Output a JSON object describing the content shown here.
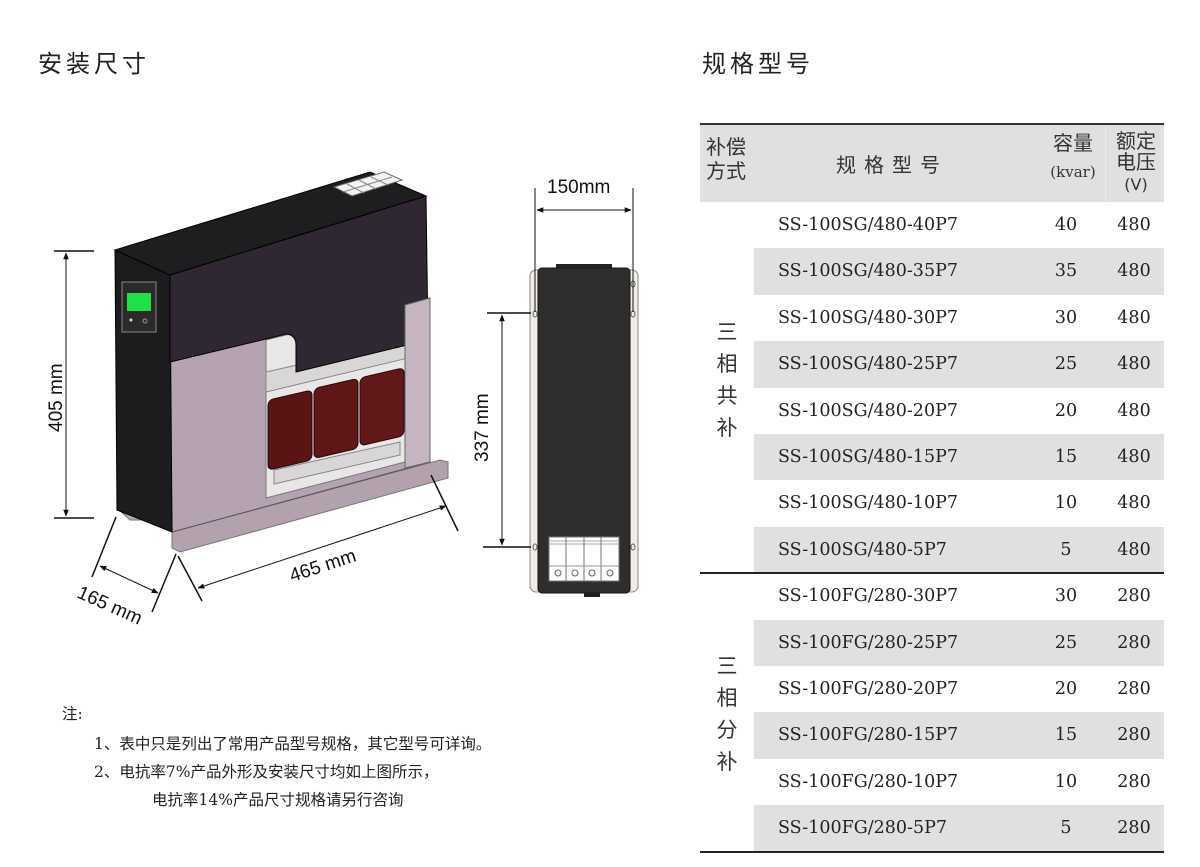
{
  "sections": {
    "install_title": "安装尺寸",
    "spec_title": "规格型号"
  },
  "dimensions": {
    "height_total": "405 mm",
    "depth": "165 mm",
    "width": "465 mm",
    "side_width": "150mm",
    "mount_spacing": "337 mm"
  },
  "drawing_colors": {
    "cabinet": "#1e1c1f",
    "front_panel": "#2f2832",
    "base_panel": "#b7a5b2",
    "lcd": "#22e04a",
    "reactor_coil": "#5a1414",
    "side_view_body": "#2e2e2e"
  },
  "notes": {
    "heading": "注:",
    "items": [
      "1、表中只是列出了常用产品型号规格，其它型号可详询。",
      "2、电抗率7%产品外形及安装尺寸均如上图所示，",
      "电抗率14%产品尺寸规格请另行咨询"
    ]
  },
  "table": {
    "headers": {
      "mode": "补偿\n方式",
      "mode_line1": "补偿",
      "mode_line2": "方式",
      "model": "规格型号",
      "capacity": "容量",
      "capacity_unit": "(kvar)",
      "voltage_line1": "额定",
      "voltage_line2": "电压",
      "voltage_unit": "(V)"
    },
    "groups": [
      {
        "label": [
          "三",
          "相",
          "共",
          "补"
        ],
        "rows": [
          {
            "model": "SS-100SG/480-40P7",
            "capacity": "40",
            "voltage": "480"
          },
          {
            "model": "SS-100SG/480-35P7",
            "capacity": "35",
            "voltage": "480"
          },
          {
            "model": "SS-100SG/480-30P7",
            "capacity": "30",
            "voltage": "480"
          },
          {
            "model": "SS-100SG/480-25P7",
            "capacity": "25",
            "voltage": "480"
          },
          {
            "model": "SS-100SG/480-20P7",
            "capacity": "20",
            "voltage": "480"
          },
          {
            "model": "SS-100SG/480-15P7",
            "capacity": "15",
            "voltage": "480"
          },
          {
            "model": "SS-100SG/480-10P7",
            "capacity": "10",
            "voltage": "480"
          },
          {
            "model": "SS-100SG/480-5P7",
            "capacity": "5",
            "voltage": "480"
          }
        ]
      },
      {
        "label": [
          "三",
          "相",
          "分",
          "补"
        ],
        "rows": [
          {
            "model": "SS-100FG/280-30P7",
            "capacity": "30",
            "voltage": "280"
          },
          {
            "model": "SS-100FG/280-25P7",
            "capacity": "25",
            "voltage": "280"
          },
          {
            "model": "SS-100FG/280-20P7",
            "capacity": "20",
            "voltage": "280"
          },
          {
            "model": "SS-100FG/280-15P7",
            "capacity": "15",
            "voltage": "280"
          },
          {
            "model": "SS-100FG/280-10P7",
            "capacity": "10",
            "voltage": "280"
          },
          {
            "model": "SS-100FG/280-5P7",
            "capacity": "5",
            "voltage": "280"
          }
        ]
      }
    ]
  }
}
